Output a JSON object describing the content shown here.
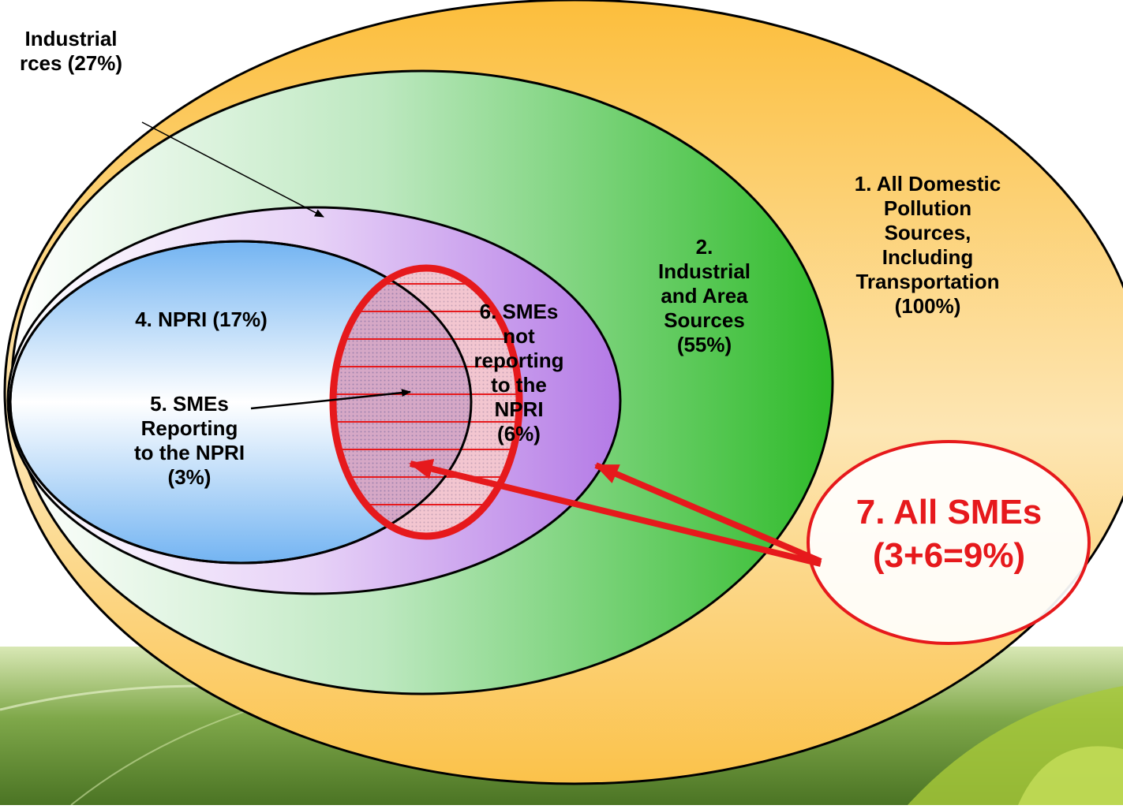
{
  "diagram": {
    "region_1": {
      "label": "1.    All Domestic\nPollution\nSources,\nIncluding\nTransportation\n(100%)"
    },
    "region_2": {
      "label": "2.\nIndustrial\nand Area\nSources\n(55%)"
    },
    "region_3": {
      "label": "Industrial\nrces (27%)"
    },
    "region_4": {
      "label": "4.  NPRI  (17%)"
    },
    "region_5": {
      "label": "5. SMEs\nReporting\nto the NPRI\n(3%)"
    },
    "region_6": {
      "label": "6. SMEs\nnot\nreporting\nto the\nNPRI\n(6%)"
    },
    "region_7": {
      "label": "7. All SMEs\n(3+6=9%)"
    }
  },
  "colors": {
    "outer_fill": "#fcc85a",
    "region2_fill": "#3fc33a",
    "region3_fill": "#c79af0",
    "region4_fill": "#8fc6f5",
    "highlight_red": "#e6191c",
    "leaf_green": "#5d8f26"
  }
}
